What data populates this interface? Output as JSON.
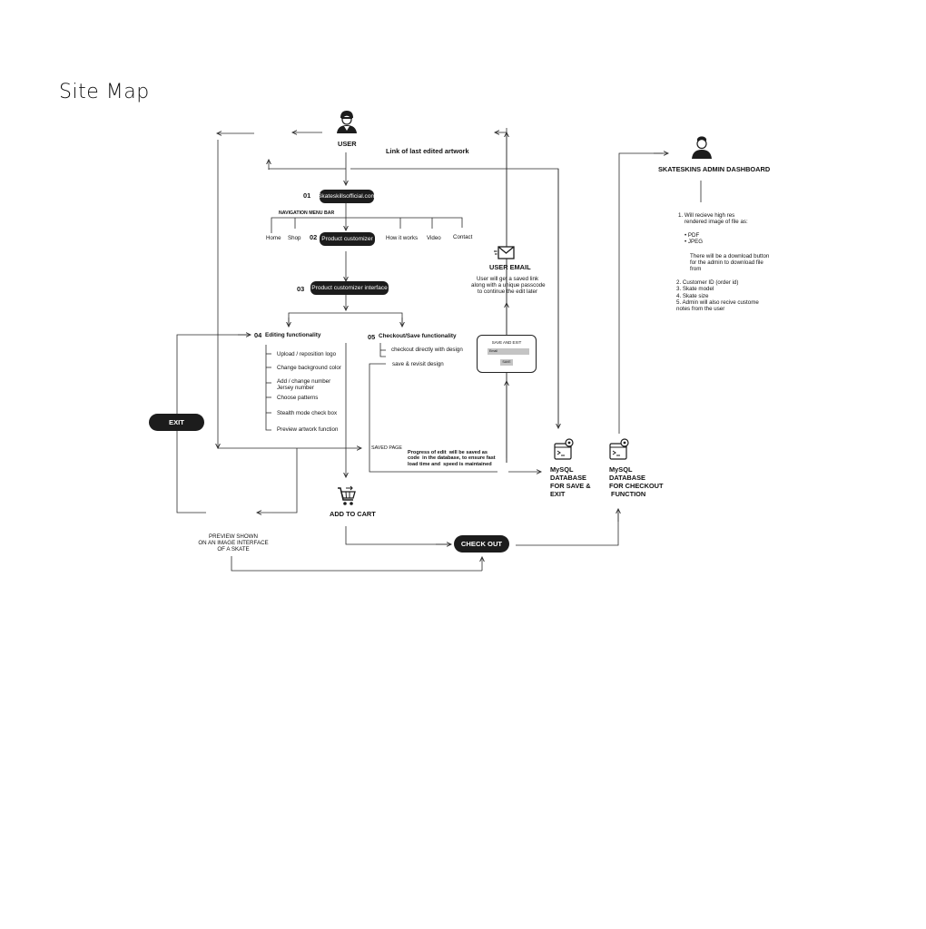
{
  "title": "Site Map",
  "user": {
    "label": "USER",
    "link_label": "Link of  last edited artwork"
  },
  "admin": {
    "title": "SKATESKINS ADMIN DASHBOARD",
    "item1": "1. Will recieve high res\n    rendered image of file as:",
    "formats": [
      "•  PDF",
      "•  JPEG"
    ],
    "download_note": "There will be a download button\nfor the admin to download file\nfrom",
    "items": [
      "2. Customer ID (order id)",
      "3. Skate model",
      "4. Skate size",
      "5. Admin will also recive custome\nnotes from the user"
    ]
  },
  "steps": {
    "s01": {
      "num": "01",
      "label": "Skateskillsofficial.com"
    },
    "nav_bar_label": "NAVIGATION MENU BAR",
    "nav": {
      "home": "Home",
      "shop": "Shop",
      "how": "How it works",
      "video": "Video",
      "contact": "Contact"
    },
    "s02": {
      "num": "02",
      "label": "Product customizer"
    },
    "s03": {
      "num": "03",
      "label": "Product customizer interface"
    },
    "s04": {
      "num": "04",
      "label": "Editing functionality",
      "items": [
        "Upload / reposition logo",
        "Change background color",
        "Add / change number\nJersey number",
        "Choose patterns",
        "Stealth mode check box",
        "Preview artwork function"
      ]
    },
    "s05": {
      "num": "05",
      "label": "Checkout/Save functionality",
      "items": [
        "checkout directly with design",
        "save & revisit design"
      ]
    }
  },
  "email": {
    "title": "USER EMAIL",
    "desc": "User will get a saved link\nalong with a unique passcode\nto continue the edit later"
  },
  "save_dialog": {
    "title": "SAVE AND EXIT",
    "placeholder": "Email",
    "button": "SAVE"
  },
  "saved_page": "SAVED PAGE",
  "progress_note": "Progress of edit  will be saved as\ncode  in the database, to ensure fast\nload time and  speed is maintained",
  "db_save": "MySQL\nDATABASE\nFOR SAVE &\nEXIT",
  "db_checkout": "MySQL\nDATABASE\nFOR CHECKOUT\n FUNCTION",
  "exit": "EXIT",
  "add_to_cart": "ADD TO CART",
  "checkout": "CHECK OUT",
  "preview": "PREVIEW SHOWN\nON AN IMAGE INTERFACE\nOF A SKATE",
  "colors": {
    "ink": "#1c1c1c",
    "line": "#2a2a2a",
    "field": "#c4c4c4"
  }
}
